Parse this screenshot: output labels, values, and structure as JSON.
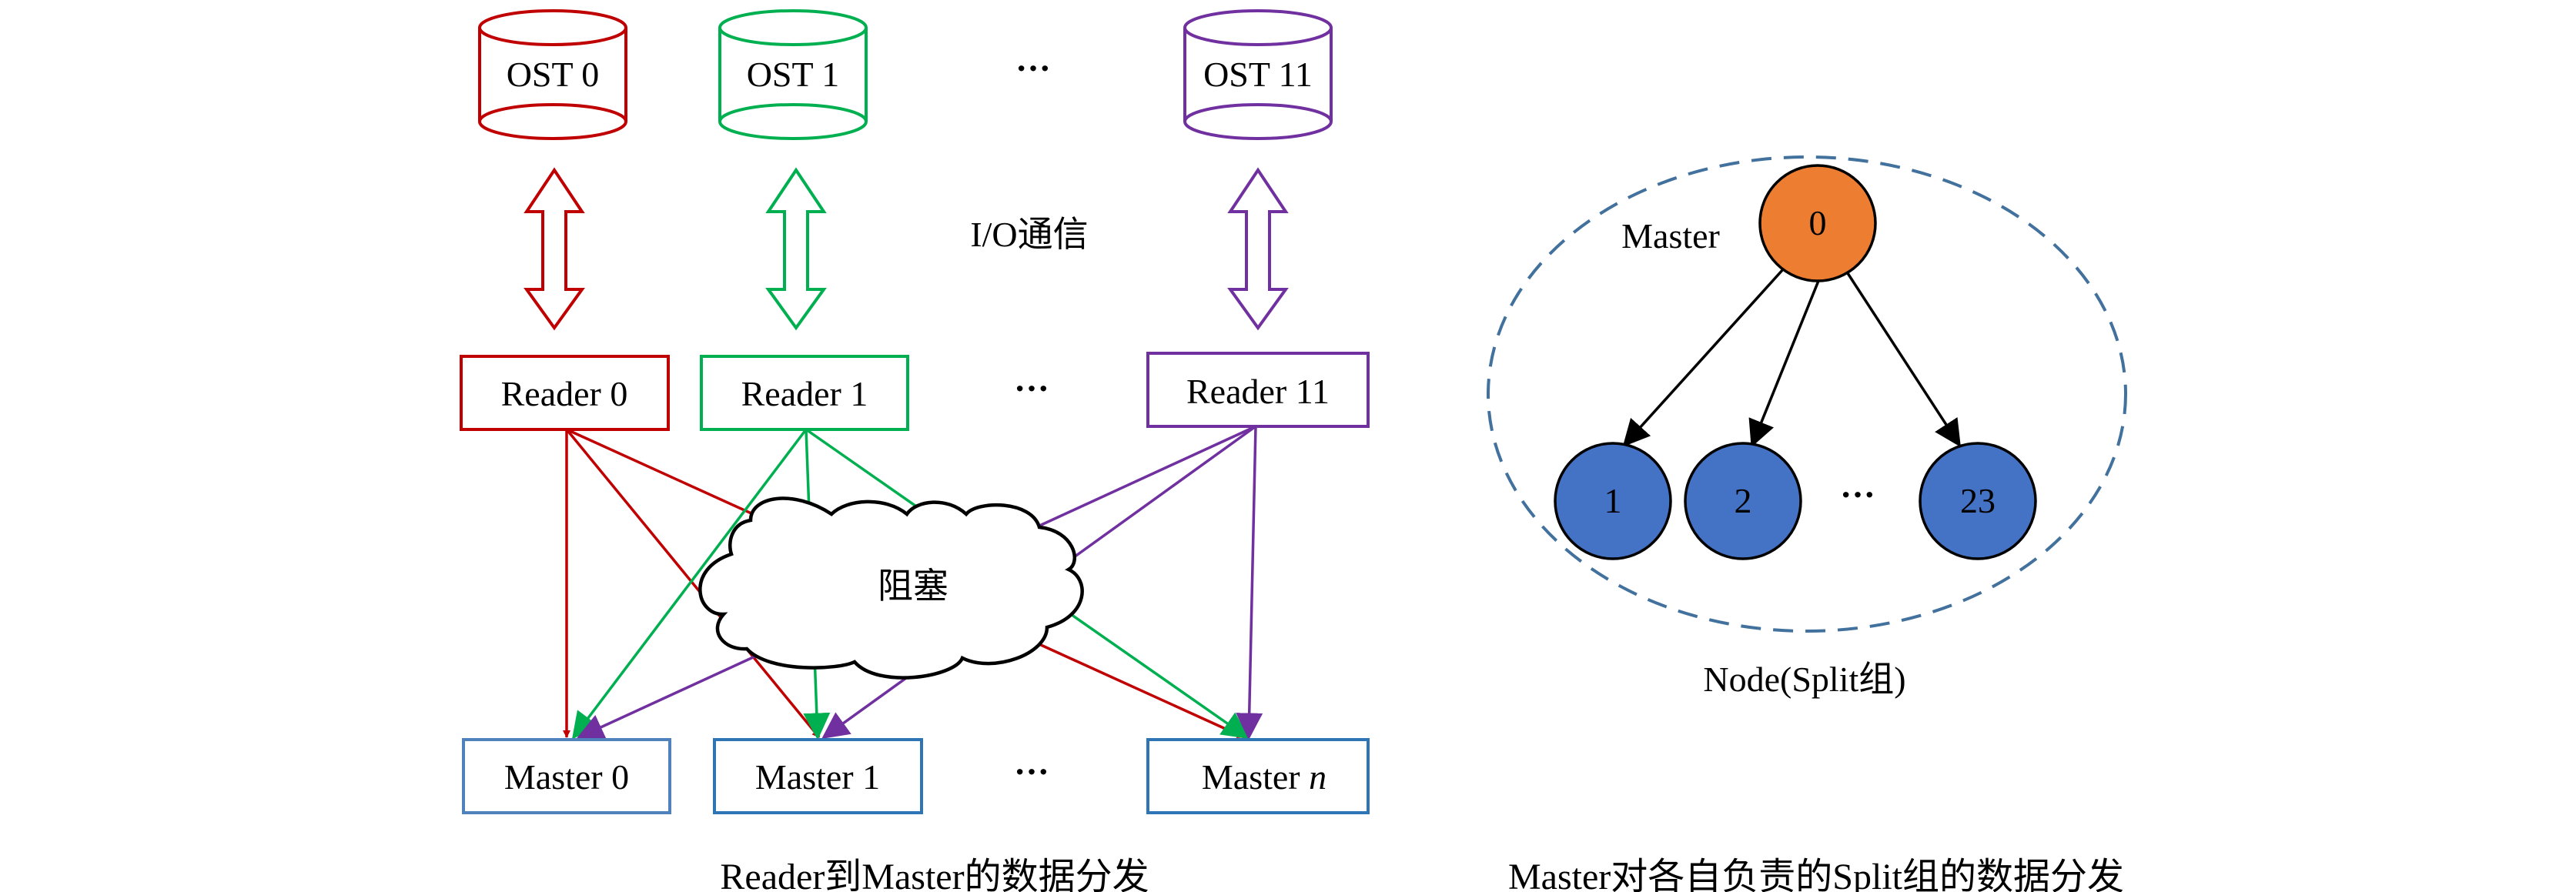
{
  "colors": {
    "red": "#c00000",
    "green": "#00b050",
    "purple": "#7030a0",
    "blue_box": "#2e75b6",
    "orange": "#ed7d31",
    "node_blue": "#4472c4",
    "dashed": "#41719c"
  },
  "left_diagram": {
    "osts": [
      {
        "label": "OST 0",
        "color": "red"
      },
      {
        "label": "OST 1",
        "color": "green"
      },
      {
        "label": "OST 11",
        "color": "purple"
      }
    ],
    "ost_ellipsis": "···",
    "io_label": "I/O通信",
    "readers": [
      {
        "label": "Reader 0",
        "color": "red"
      },
      {
        "label": "Reader 1",
        "color": "green"
      },
      {
        "label": "Reader 11",
        "color": "purple"
      }
    ],
    "reader_ellipsis": "···",
    "cloud_label": "阻塞",
    "masters": [
      {
        "label": "Master 0"
      },
      {
        "label": "Master 1"
      },
      {
        "label_prefix": "Master ",
        "label_italic": "n"
      }
    ],
    "master_ellipsis": "···",
    "caption": "Reader到Master的数据分发"
  },
  "right_diagram": {
    "master_label": "Master",
    "root_node": "0",
    "child_nodes": [
      "1",
      "2",
      "23"
    ],
    "node_ellipsis": "···",
    "group_label": "Node(Split组)",
    "caption": "Master对各自负责的Split组的数据分发"
  }
}
